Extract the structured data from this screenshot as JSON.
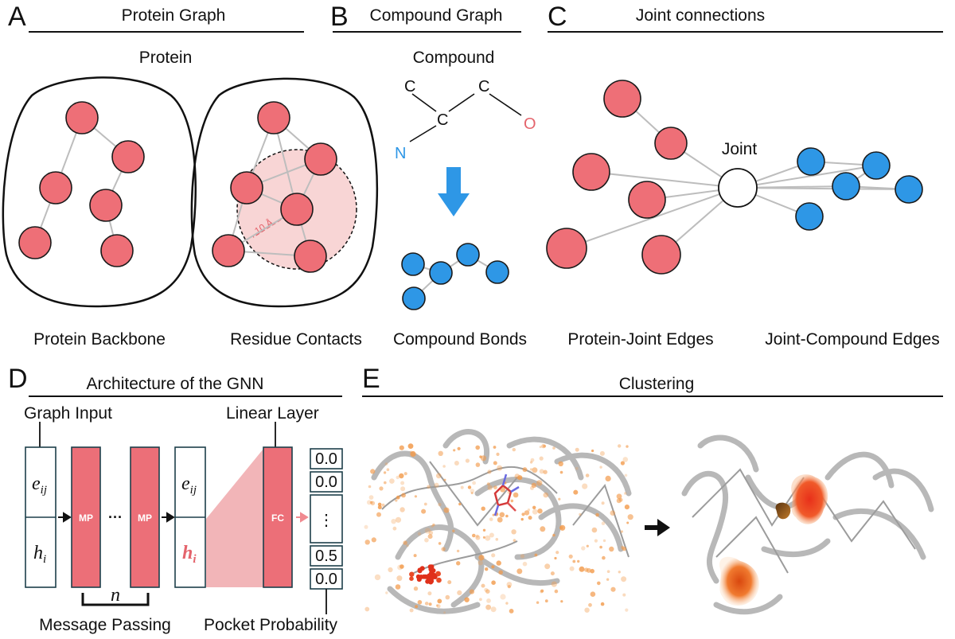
{
  "panels": {
    "A": {
      "letter": "A",
      "title": "Protein Graph",
      "subtitle": "Protein",
      "caption_left": "Protein Backbone",
      "caption_right": "Residue Contacts",
      "distance_label": "10 Å"
    },
    "B": {
      "letter": "B",
      "title": "Compound Graph",
      "subtitle": "Compound",
      "atoms": [
        "C",
        "C",
        "C",
        "N",
        "O"
      ],
      "caption": "Compound Bonds"
    },
    "C": {
      "letter": "C",
      "title": "Joint connections",
      "joint_label": "Joint",
      "caption_left": "Protein-Joint Edges",
      "caption_right": "Joint-Compound Edges"
    },
    "D": {
      "letter": "D",
      "title": "Architecture of the GNN",
      "graph_input": "Graph Input",
      "linear_layer": "Linear Layer",
      "edge_feat": "e",
      "edge_sub": "ij",
      "node_feat": "h",
      "node_sub": "i",
      "mp_label": "MP",
      "fc_label": "FC",
      "ellipsis": "···",
      "repeat_label": "n",
      "outputs": [
        "0.0",
        "0.0",
        "⋮",
        "0.5",
        "0.0"
      ],
      "caption_left": "Message Passing",
      "caption_right": "Pocket Probability"
    },
    "E": {
      "letter": "E",
      "title": "Clustering"
    }
  },
  "colors": {
    "protein_node": "#ee6f77",
    "compound_node": "#2e97e6",
    "nitrogen": "#2e97e6",
    "oxygen": "#e4646c",
    "cluster_hot": "#e8301a",
    "cluster_warm": "#f5a05a"
  }
}
